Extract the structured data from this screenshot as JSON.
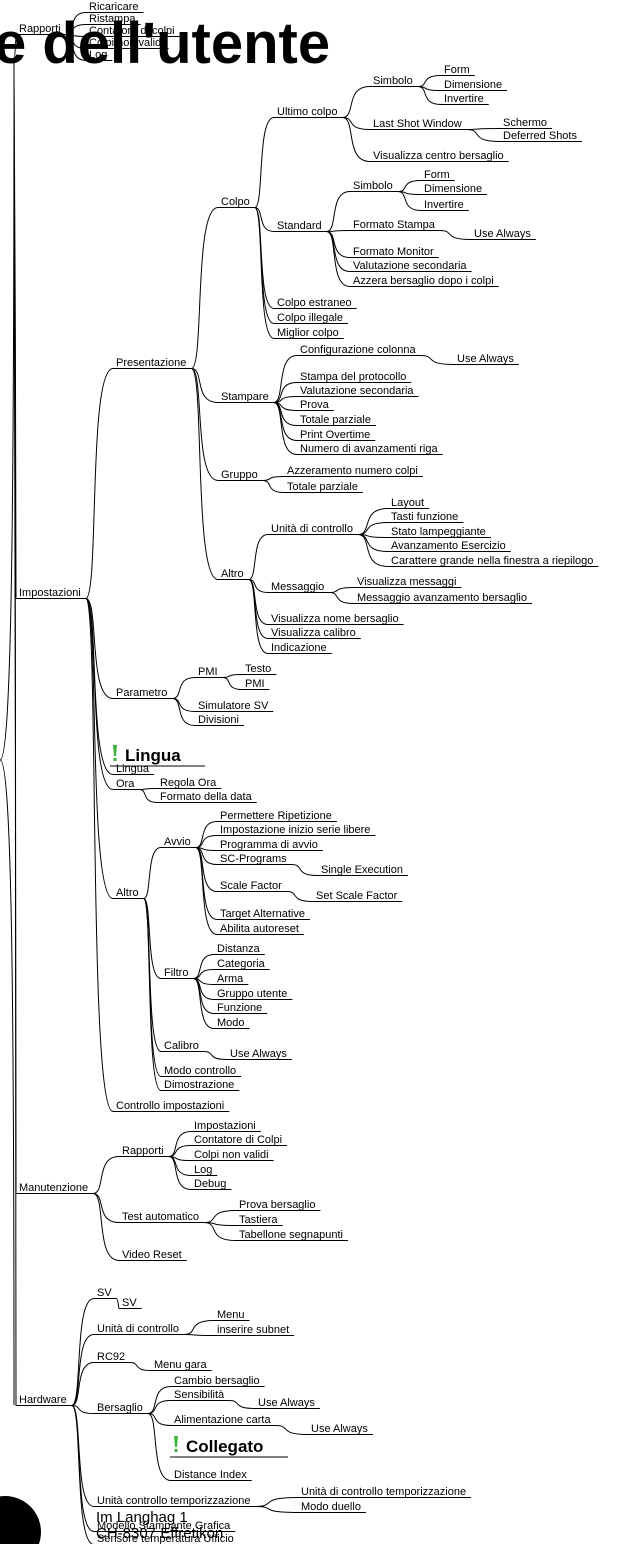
{
  "title_fragment": "e dell'utente",
  "footer": {
    "line1": "Im Langhag 1",
    "line2": "CH-8307 Effretikon"
  },
  "colors": {
    "line": "#000000",
    "bang_icon": "#3cb43c"
  },
  "icon": "exclamation-icon",
  "tree": [
    [
      "rapporti_top",
      "Rapporti"
    ],
    [
      "ricaricare",
      "Ricaricare"
    ],
    [
      "ristampa",
      "Ristampa"
    ],
    [
      "contatore_colpi_top",
      "Contatore di colpi"
    ],
    [
      "colpi_non_validi_top",
      "Colpi non validi"
    ],
    [
      "log_top",
      "Log"
    ],
    [
      "impostazioni",
      "Impostazioni"
    ],
    [
      "presentazione",
      "Presentazione"
    ],
    [
      "colpo",
      "Colpo"
    ],
    [
      "ultimo_colpo",
      "Ultimo colpo"
    ],
    [
      "simbolo1",
      "Simbolo"
    ],
    [
      "form1",
      "Form"
    ],
    [
      "dimensione1",
      "Dimensione"
    ],
    [
      "invertire1",
      "Invertire"
    ],
    [
      "last_shot_window",
      "Last Shot Window"
    ],
    [
      "schermo",
      "Schermo"
    ],
    [
      "deferred_shots",
      "Deferred Shots"
    ],
    [
      "visualizza_centro",
      "Visualizza centro bersaglio"
    ],
    [
      "standard",
      "Standard"
    ],
    [
      "simbolo2",
      "Simbolo"
    ],
    [
      "form2",
      "Form"
    ],
    [
      "dimensione2",
      "Dimensione"
    ],
    [
      "invertire2",
      "Invertire"
    ],
    [
      "formato_stampa",
      "Formato Stampa"
    ],
    [
      "use_always1",
      "Use Always"
    ],
    [
      "formato_monitor",
      "Formato Monitor"
    ],
    [
      "valutazione_sec1",
      "Valutazione secondaria"
    ],
    [
      "azzera_bersaglio",
      "Azzera bersaglio dopo i colpi"
    ],
    [
      "colpo_estraneo",
      "Colpo estraneo"
    ],
    [
      "colpo_illegale",
      "Colpo illegale"
    ],
    [
      "miglior_colpo",
      "Miglior colpo"
    ],
    [
      "stampare",
      "Stampare"
    ],
    [
      "config_colonna",
      "Configurazione colonna"
    ],
    [
      "use_always2",
      "Use Always"
    ],
    [
      "stampa_protocollo",
      "Stampa del protocollo"
    ],
    [
      "valutazione_sec2",
      "Valutazione secondaria"
    ],
    [
      "prova",
      "Prova"
    ],
    [
      "totale_parziale1",
      "Totale parziale"
    ],
    [
      "print_overtime",
      "Print Overtime"
    ],
    [
      "numero_avanzamenti",
      "Numero di avanzamenti riga"
    ],
    [
      "gruppo",
      "Gruppo"
    ],
    [
      "azzeramento_numero",
      "Azzeramento numero colpi"
    ],
    [
      "totale_parziale2",
      "Totale parziale"
    ],
    [
      "altro1",
      "Altro"
    ],
    [
      "unita_controllo1",
      "Unità di controllo"
    ],
    [
      "layout",
      "Layout"
    ],
    [
      "tasti_funzione",
      "Tasti funzione"
    ],
    [
      "stato_lampeggiante",
      "Stato lampeggiante"
    ],
    [
      "avanzamento_esercizio",
      "Avanzamento Esercizio"
    ],
    [
      "carattere_grande",
      "Carattere grande nella finestra a riepilogo"
    ],
    [
      "messaggio",
      "Messaggio"
    ],
    [
      "visualizza_messaggi",
      "Visualizza messaggi"
    ],
    [
      "messaggio_avanzamento",
      "Messaggio avanzamento bersaglio"
    ],
    [
      "visualizza_nome",
      "Visualizza nome bersaglio"
    ],
    [
      "visualizza_calibro",
      "Visualizza calibro"
    ],
    [
      "indicazione",
      "Indicazione"
    ],
    [
      "parametro",
      "Parametro"
    ],
    [
      "pmi1",
      "PMI"
    ],
    [
      "testo",
      "Testo"
    ],
    [
      "pmi2",
      "PMI"
    ],
    [
      "simulatore_sv",
      "Simulatore SV"
    ],
    [
      "divisioni",
      "Divisioni"
    ],
    [
      "lingua_callout",
      "Lingua"
    ],
    [
      "lingua",
      "Lingua"
    ],
    [
      "ora",
      "Ora"
    ],
    [
      "regola_ora",
      "Regola Ora"
    ],
    [
      "formato_data",
      "Formato della data"
    ],
    [
      "altro2",
      "Altro"
    ],
    [
      "avvio",
      "Avvio"
    ],
    [
      "permettere_ripetizione",
      "Permettere Ripetizione"
    ],
    [
      "impostazione_inizio",
      "Impostazione inizio serie libere"
    ],
    [
      "programma_avvio",
      "Programma di avvio"
    ],
    [
      "sc_programs",
      "SC-Programs"
    ],
    [
      "single_execution",
      "Single Execution"
    ],
    [
      "scale_factor",
      "Scale Factor"
    ],
    [
      "set_scale_factor",
      "Set Scale Factor"
    ],
    [
      "target_alternative",
      "Target Alternative"
    ],
    [
      "abilita_autoreset",
      "Abilita autoreset"
    ],
    [
      "filtro",
      "Filtro"
    ],
    [
      "distanza",
      "Distanza"
    ],
    [
      "categoria",
      "Categoria"
    ],
    [
      "arma",
      "Arma"
    ],
    [
      "gruppo_utente",
      "Gruppo utente"
    ],
    [
      "funzione",
      "Funzione"
    ],
    [
      "modo",
      "Modo"
    ],
    [
      "calibro",
      "Calibro"
    ],
    [
      "use_always3",
      "Use Always"
    ],
    [
      "modo_controllo",
      "Modo controllo"
    ],
    [
      "dimostrazione",
      "Dimostrazione"
    ],
    [
      "controllo_impostazioni",
      "Controllo impostazioni"
    ],
    [
      "manutenzione",
      "Manutenzione"
    ],
    [
      "rapporti2",
      "Rapporti"
    ],
    [
      "m_impostazioni",
      "Impostazioni"
    ],
    [
      "contatore_colpi2",
      "Contatore di Colpi"
    ],
    [
      "colpi_non_validi2",
      "Colpi non validi"
    ],
    [
      "log2",
      "Log"
    ],
    [
      "debug",
      "Debug"
    ],
    [
      "test_automatico",
      "Test automatico"
    ],
    [
      "prova_bersaglio",
      "Prova bersaglio"
    ],
    [
      "tastiera",
      "Tastiera"
    ],
    [
      "tabellone",
      "Tabellone segnapunti"
    ],
    [
      "video_reset",
      "Video Reset"
    ],
    [
      "hardware",
      "Hardware"
    ],
    [
      "sv1",
      "SV"
    ],
    [
      "sv2",
      "SV"
    ],
    [
      "unita_controllo2",
      "Unità di controllo"
    ],
    [
      "menu",
      "Menu"
    ],
    [
      "inserire_subnet",
      "inserire subnet"
    ],
    [
      "rc92",
      "RC92"
    ],
    [
      "menu_gara",
      "Menu gara"
    ],
    [
      "bersaglio",
      "Bersaglio"
    ],
    [
      "cambio_bersaglio",
      "Cambio bersaglio"
    ],
    [
      "sensibilita",
      "Sensibilità"
    ],
    [
      "use_always4",
      "Use Always"
    ],
    [
      "alimentazione_carta",
      "Alimentazione carta"
    ],
    [
      "use_always5",
      "Use Always"
    ],
    [
      "collegato_callout",
      "Collegato"
    ],
    [
      "distance_index",
      "Distance Index"
    ],
    [
      "unita_temporizzazione",
      "Unità controllo temporizzazione"
    ],
    [
      "unita_controllo_temp",
      "Unità di controllo temporizzazione"
    ],
    [
      "modo_duello",
      "Modo duello"
    ],
    [
      "modello_stampante",
      "Modello Stampante Grafica"
    ],
    [
      "sensore_temperatura",
      "Sensore temperatura Ufficio"
    ]
  ]
}
